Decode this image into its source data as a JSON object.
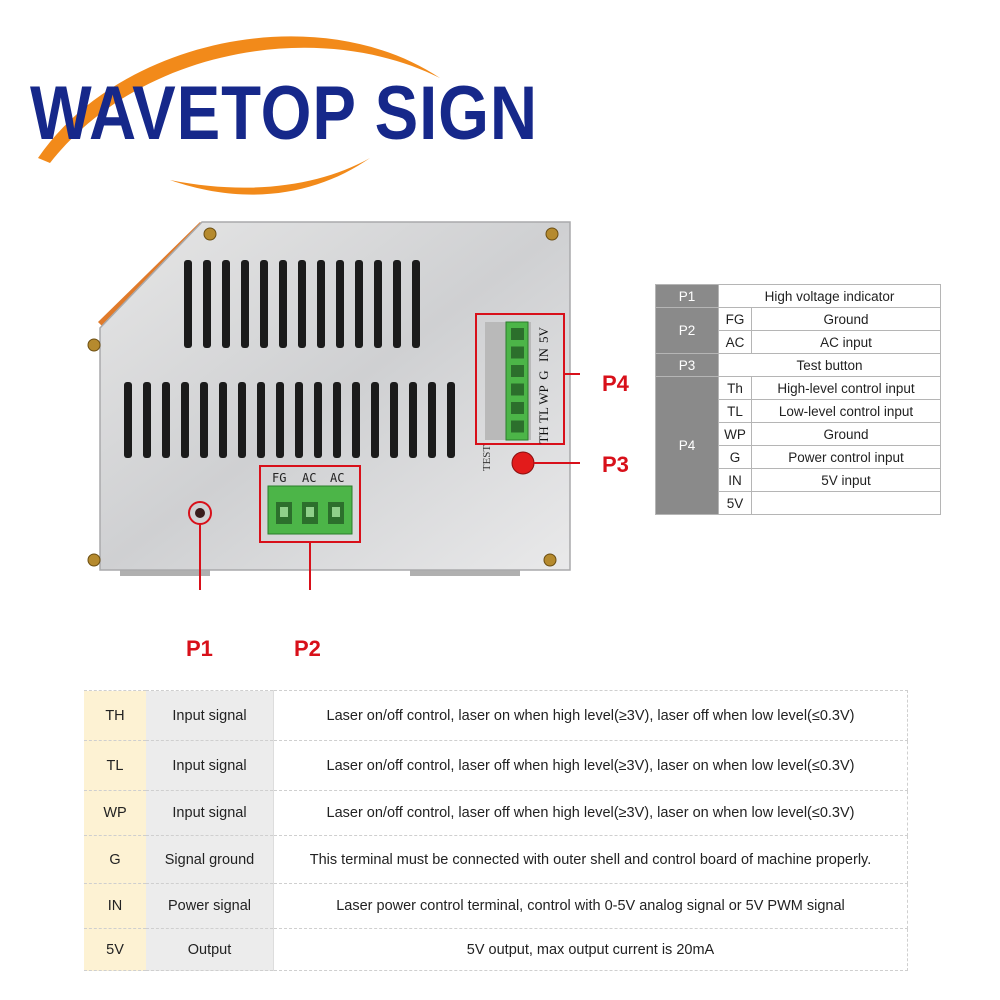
{
  "logo": {
    "text": "WAVETOP SIGN",
    "colors": {
      "text": "#16288a",
      "arc": "#f28a1a"
    }
  },
  "device": {
    "p2_terminal_labels": [
      "FG",
      "AC",
      "AC"
    ],
    "p4_terminal_labels": [
      "5V",
      "IN",
      "G",
      "WP",
      "TL",
      "TH"
    ],
    "test_label": "TEST",
    "callouts": {
      "p1": "P1",
      "p2": "P2",
      "p3": "P3",
      "p4": "P4"
    },
    "colors": {
      "callout": "#d8101a",
      "terminal": "#4cb548",
      "button": "#e21b1b"
    }
  },
  "pin_table": {
    "rows": [
      {
        "port": "P1",
        "sub": "",
        "desc": "High voltage indicator"
      },
      {
        "port": "P2",
        "sub": "FG",
        "desc": "Ground"
      },
      {
        "port": "",
        "sub": "AC",
        "desc": "AC input"
      },
      {
        "port": "P3",
        "sub": "",
        "desc": "Test button"
      },
      {
        "port": "P4",
        "sub": "Th",
        "desc": "High-level control input"
      },
      {
        "port": "",
        "sub": "TL",
        "desc": "Low-level control input"
      },
      {
        "port": "",
        "sub": "WP",
        "desc": "Ground"
      },
      {
        "port": "",
        "sub": "G",
        "desc": "Power control input"
      },
      {
        "port": "",
        "sub": "IN",
        "desc": "5V input"
      },
      {
        "port": "",
        "sub": "5V",
        "desc": ""
      }
    ]
  },
  "signal_table": {
    "rows": [
      {
        "code": "TH",
        "type": "Input signal",
        "desc": "Laser on/off control, laser on when high level(≥3V), laser off when low level(≤0.3V)"
      },
      {
        "code": "TL",
        "type": "Input signal",
        "desc": "Laser on/off control, laser off when high level(≥3V), laser on when low level(≤0.3V)"
      },
      {
        "code": "WP",
        "type": "Input signal",
        "desc": "Laser on/off control, laser off when high level(≥3V), laser on when low level(≤0.3V)"
      },
      {
        "code": "G",
        "type": "Signal ground",
        "desc": "This terminal must be connected with outer shell and control board of machine properly."
      },
      {
        "code": "IN",
        "type": "Power signal",
        "desc": "Laser power control terminal, control with 0-5V analog signal or 5V PWM signal"
      },
      {
        "code": "5V",
        "type": "Output",
        "desc": "5V output, max output current is 20mA"
      }
    ]
  }
}
